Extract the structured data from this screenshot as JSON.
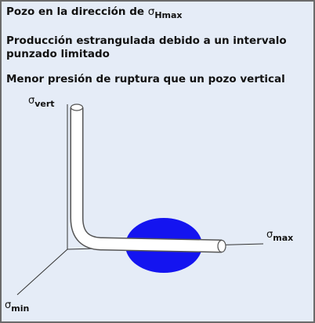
{
  "text": {
    "line1_prefix": "Pozo en la dirección de ",
    "line1_sigma": "σ",
    "line1_sub": "Hmax",
    "line2": "Producción estrangulada debido a un intervalo",
    "line3": "punzado limitado",
    "line4": "Menor presión de ruptura que un pozo vertical"
  },
  "axes": {
    "vert": {
      "symbol": "σ",
      "sub": "vert"
    },
    "max": {
      "symbol": "σ",
      "sub": "max"
    },
    "min": {
      "symbol": "σ",
      "sub": "min"
    }
  },
  "colors": {
    "background": "#e5ecf7",
    "border": "#6b6b6b",
    "ellipse": "#1414f0",
    "pipe_fill": "#ffffff",
    "pipe_stroke": "#555555",
    "axis": "#333333"
  }
}
